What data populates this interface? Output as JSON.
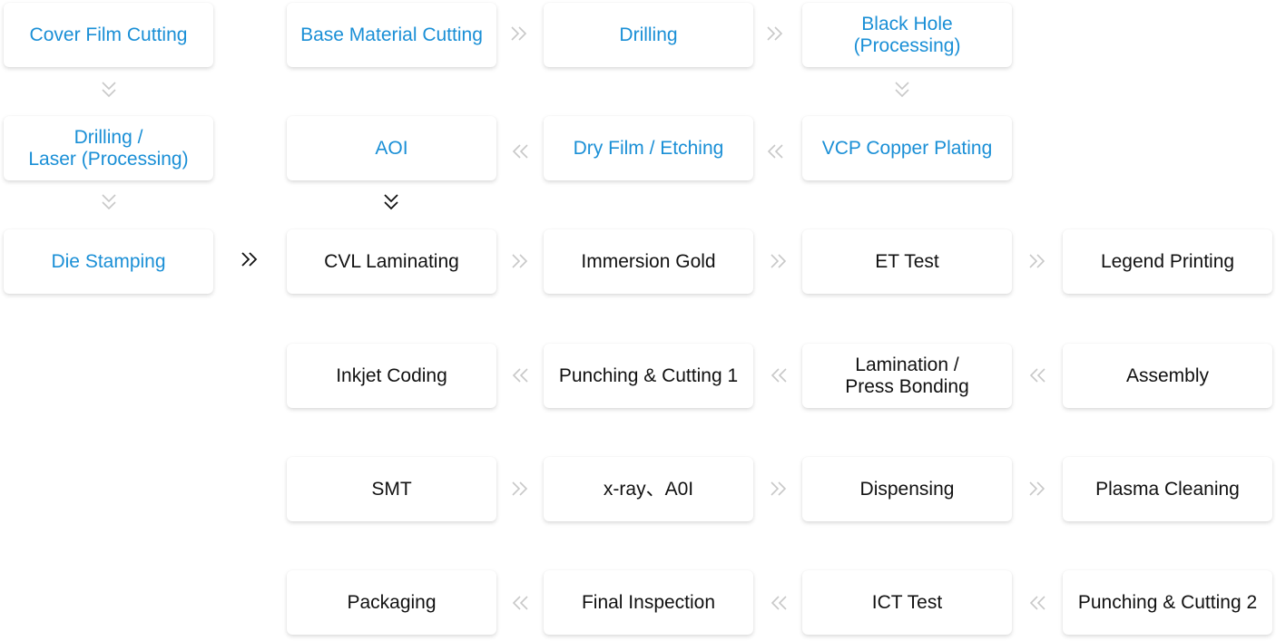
{
  "colors": {
    "accent": "#1a8fd6",
    "text": "#111111",
    "arrow_light": "#c8c8c8",
    "arrow_dark": "#111111"
  },
  "steps": {
    "cover_film_cutting": "Cover Film Cutting",
    "base_material_cutting": "Base Material Cutting",
    "drilling": "Drilling",
    "black_hole": "Black Hole\n(Processing)",
    "drilling_laser": "Drilling /\nLaser (Processing)",
    "aoi": "AOI",
    "dry_film_etching": "Dry Film / Etching",
    "vcp_copper_plating": "VCP Copper Plating",
    "die_stamping": "Die Stamping",
    "cvl_laminating": "CVL Laminating",
    "immersion_gold": "Immersion Gold",
    "et_test": "ET Test",
    "legend_printing": "Legend Printing",
    "inkjet_coding": "Inkjet Coding",
    "punching_cutting_1": "Punching & Cutting 1",
    "lamination_press_bonding": "Lamination /\nPress Bonding",
    "assembly": "Assembly",
    "smt": "SMT",
    "xray_aoi": "x-ray、A0I",
    "dispensing": "Dispensing",
    "plasma_cleaning": "Plasma Cleaning",
    "packaging": "Packaging",
    "final_inspection": "Final Inspection",
    "ict_test": "ICT Test",
    "punching_cutting_2": "Punching & Cutting 2"
  },
  "icons": {
    "right": "double-chevron-right-icon",
    "left": "double-chevron-left-icon",
    "down": "double-chevron-down-icon"
  }
}
